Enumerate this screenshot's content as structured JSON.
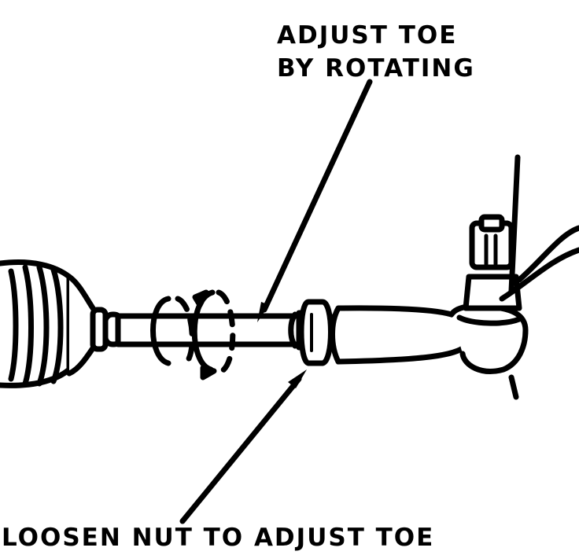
{
  "labels": {
    "adjust_line1": "ADJUST TOE",
    "adjust_line2": "BY ROTATING",
    "loosen": "LOOSEN NUT TO ADJUST TOE"
  },
  "colors": {
    "ink": "#000000",
    "paper": "#ffffff"
  },
  "icons": {
    "rotation": "circular-arrow-icon"
  }
}
